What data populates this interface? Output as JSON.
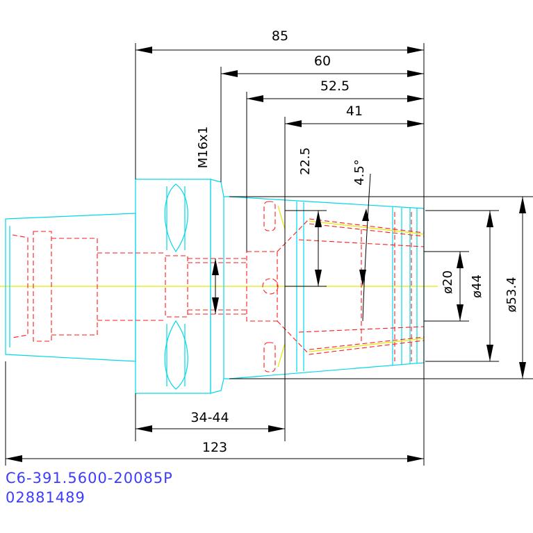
{
  "dimensions": {
    "length_85": "85",
    "length_60": "60",
    "length_52_5": "52.5",
    "length_41": "41",
    "length_22_5": "22.5",
    "angle_4_5": "4.5°",
    "thread": "M16x1",
    "dia_20": "ø20",
    "dia_44": "ø44",
    "dia_53_4": "ø53.4",
    "range_34_44": "34-44",
    "length_123": "123"
  },
  "part_number": "C6-391.5600-20085P",
  "order_code": "02881489",
  "colors": {
    "outline": "#00d8e8",
    "hidden": "#ff1a1a",
    "centerline": "#e8e800",
    "dimension": "#000000",
    "label": "#3c3cff"
  }
}
